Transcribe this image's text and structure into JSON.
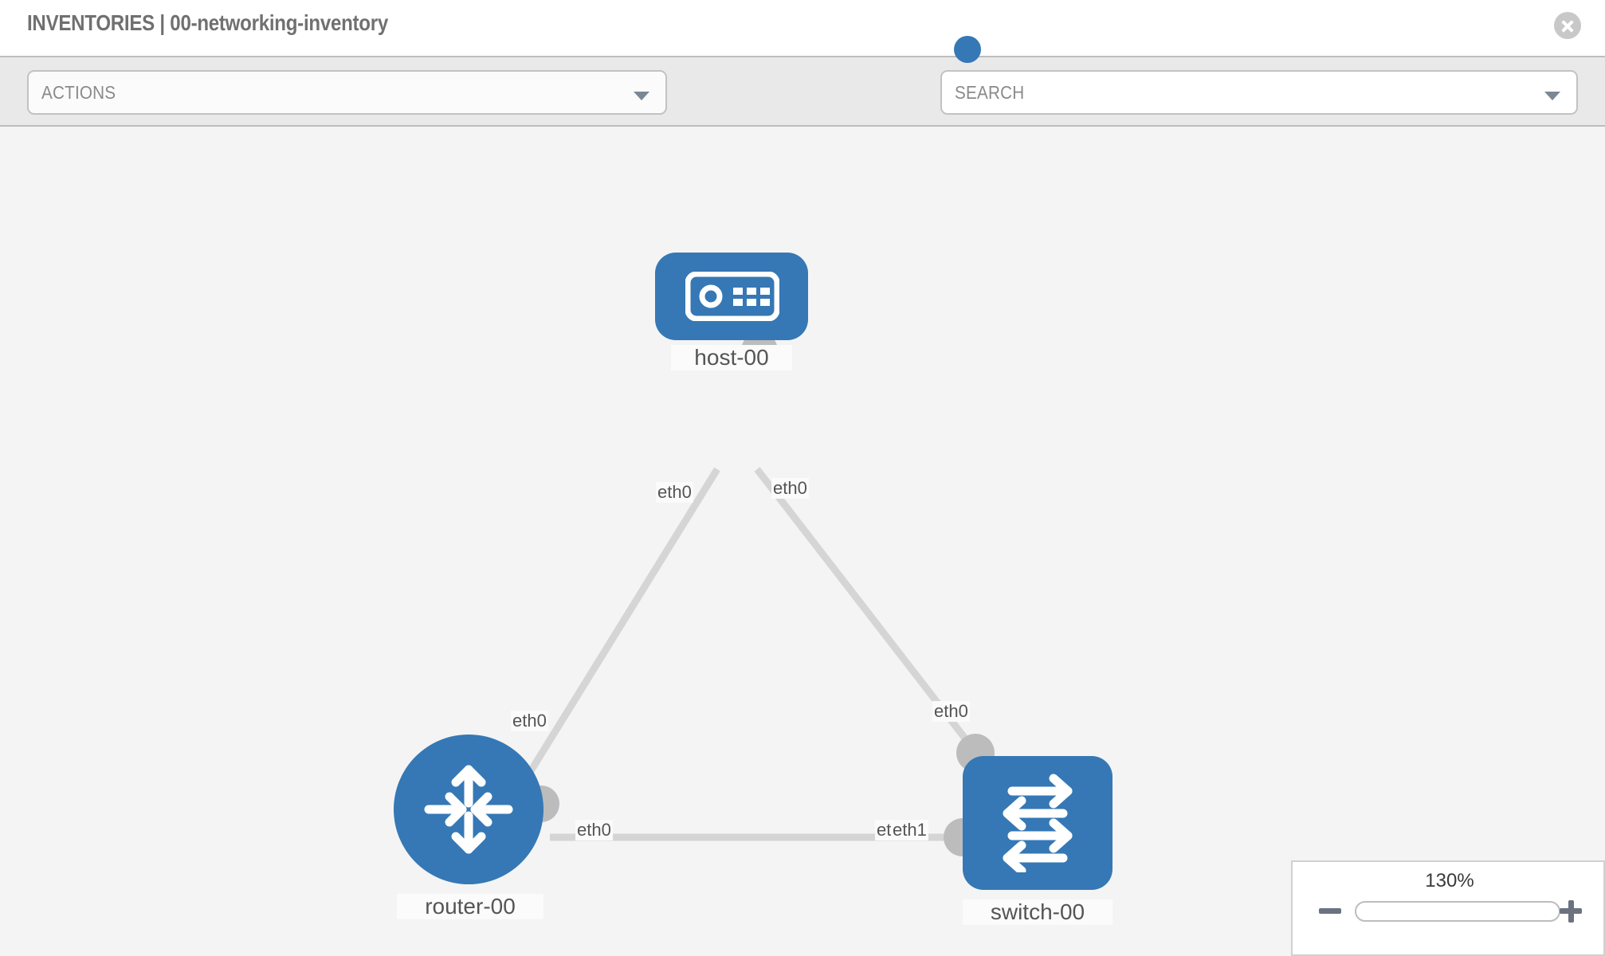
{
  "header": {
    "title": "INVENTORIES | 00-networking-inventory",
    "close_icon": "close-circle-icon"
  },
  "toolbar": {
    "actions_label": "ACTIONS",
    "actions_caret_icon": "chevron-down-icon",
    "wrench_icon": "wrench-icon",
    "key_icon": "key-icon",
    "search_placeholder": "SEARCH",
    "search_value": "",
    "search_caret_icon": "chevron-down-icon"
  },
  "topology": {
    "nodes": [
      {
        "id": "host-00",
        "label": "host-00",
        "type": "host",
        "icon": "server-icon",
        "shape": "rounded-square",
        "color": "#3578b5"
      },
      {
        "id": "router-00",
        "label": "router-00",
        "type": "router",
        "icon": "router-arrows-icon",
        "shape": "circle",
        "color": "#3578b5"
      },
      {
        "id": "switch-00",
        "label": "switch-00",
        "type": "switch",
        "icon": "switch-arrows-icon",
        "shape": "rounded-square",
        "color": "#3578b5"
      }
    ],
    "links": [
      {
        "from": "router-00",
        "to": "host-00",
        "from_label": "eth0",
        "to_label": "eth0"
      },
      {
        "from": "host-00",
        "to": "switch-00",
        "from_label": "eth0",
        "to_label": "eth0"
      },
      {
        "from": "router-00",
        "to": "switch-00",
        "from_label": "eth0",
        "to_label": "eth0",
        "extra_label": "eth1"
      }
    ],
    "edge_labels": {
      "router_host_mid": "eth0",
      "host_left": "eth0",
      "host_right": "eth0",
      "switch_host_mid": "eth0",
      "router_right": "eth0",
      "switch_left_under": "eth0",
      "switch_left_over": "eth1"
    }
  },
  "zoom": {
    "value_label": "130%",
    "minus_icon": "minus-icon",
    "plus_icon": "plus-icon",
    "percent": 130
  }
}
